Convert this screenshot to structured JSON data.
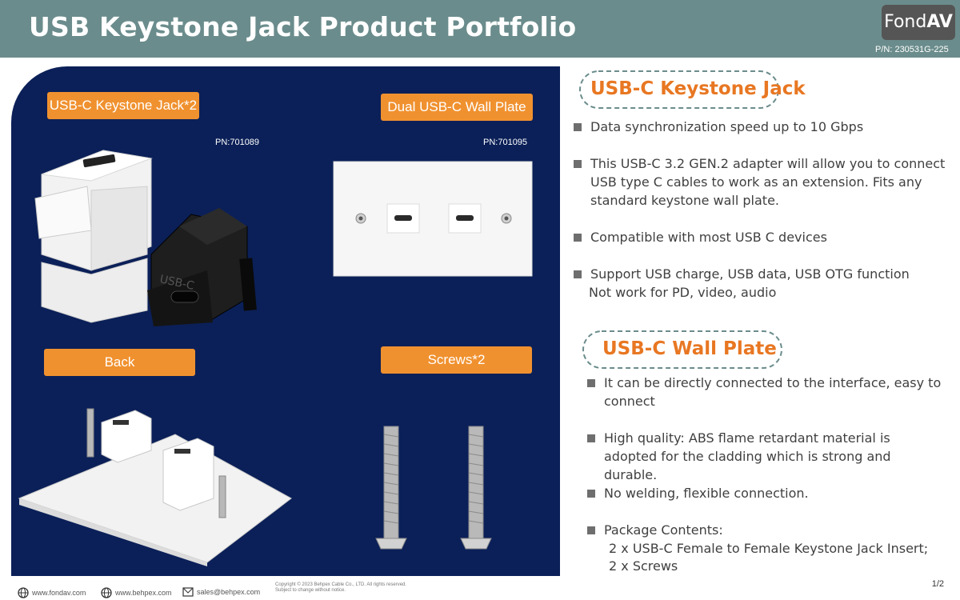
{
  "header": {
    "title": "USB Keystone Jack Product Portfolio",
    "pn": "P/N: 230531G-225"
  },
  "logo": {
    "text_a": "Fond",
    "text_b": "AV"
  },
  "panel": {
    "tags": {
      "keystone": "USB-C Keystone Jack*2",
      "wallplate": "Dual USB-C Wall Plate",
      "back": "Back",
      "screws": "Screws*2"
    },
    "pn_keystone": "PN:701089",
    "pn_wallplate": "PN:701095"
  },
  "keystone_section": {
    "title": "USB-C Keystone Jack",
    "bullets": [
      " Data synchronization speed up to 10 Gbps",
      "This USB-C 3.2 GEN.2 adapter will allow you to connect USB type C cables to work as an extension. Fits any standard keystone wall plate.",
      "Compatible with most USB C devices",
      "Support USB charge, USB data, USB OTG function"
    ],
    "note": "Not work for PD, video, audio"
  },
  "wallplate_section": {
    "title": "USB-C Wall Plate",
    "bullets": [
      "It can be directly connected to the interface, easy to connect",
      "High quality: ABS flame retardant material is adopted for the cladding which is strong and durable.",
      "No welding, flexible connection.",
      "Package Contents:"
    ],
    "package_lines": [
      "2 x USB-C Female to Female Keystone Jack Insert;",
      "2 x Screws"
    ]
  },
  "footer": {
    "site1": "www.fondav.com",
    "site2": "www.behpex.com",
    "email": "sales@behpex.com",
    "copyright": "Copyright © 2023 Behpex Cable Co., LTD. All rights reserved.",
    "notice": "Subject to change without notice.",
    "page": "1/2"
  },
  "colors": {
    "header": "#6b8c8c",
    "panel": "#0b2058",
    "accent": "#f0912f",
    "title": "#e87722"
  }
}
